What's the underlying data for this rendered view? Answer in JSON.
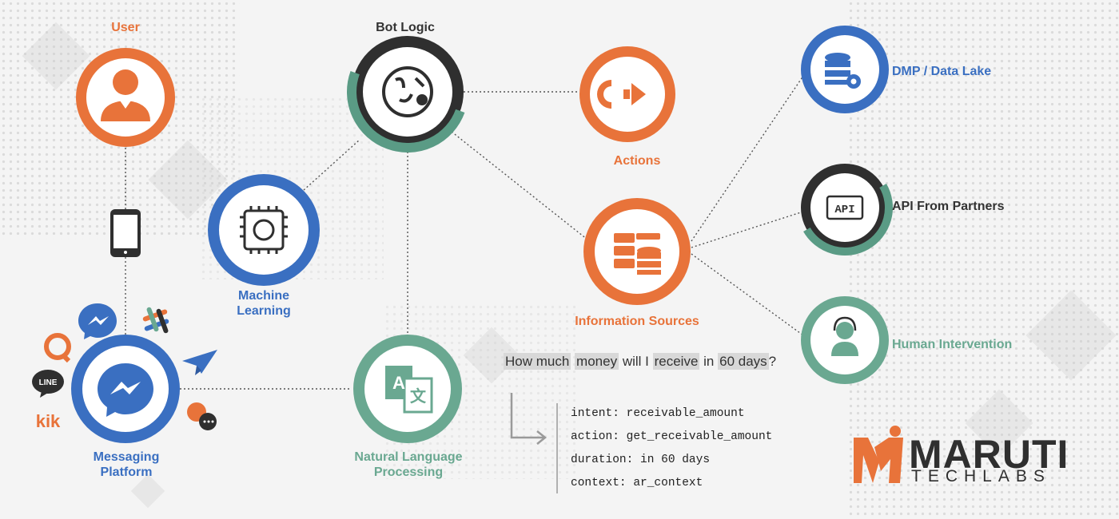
{
  "nodes": {
    "user": "User",
    "bot_logic": "Bot Logic",
    "actions": "Actions",
    "dmp": "DMP / Data Lake",
    "api_partners": "API From Partners",
    "information_sources": "Information Sources",
    "human_intervention": "Human Intervention",
    "machine_learning": "Machine\nLearning",
    "nlp": "Natural Language\nProcessing",
    "messaging_platform": "Messaging\nPlatform"
  },
  "icons": {
    "api_badge": "API",
    "line_badge": "LINE",
    "kik_badge": "kik"
  },
  "query": {
    "w1": "How much",
    "w2": "money",
    "w3": "will I",
    "w4": "receive",
    "w5": "in",
    "w6": "60 days",
    "w7": "?"
  },
  "parsed": {
    "intent": "intent: receivable_amount",
    "action": "action: get_receivable_amount",
    "duration": "duration: in 60 days",
    "context": "context: ar_context"
  },
  "logo": {
    "name": "MARUTI",
    "sub": "TECHLABS"
  },
  "colors": {
    "orange": "#e8733a",
    "dark": "#333333",
    "blue": "#3a6fc1",
    "green": "#6aa891",
    "teal_ring": "#5a9b85"
  }
}
